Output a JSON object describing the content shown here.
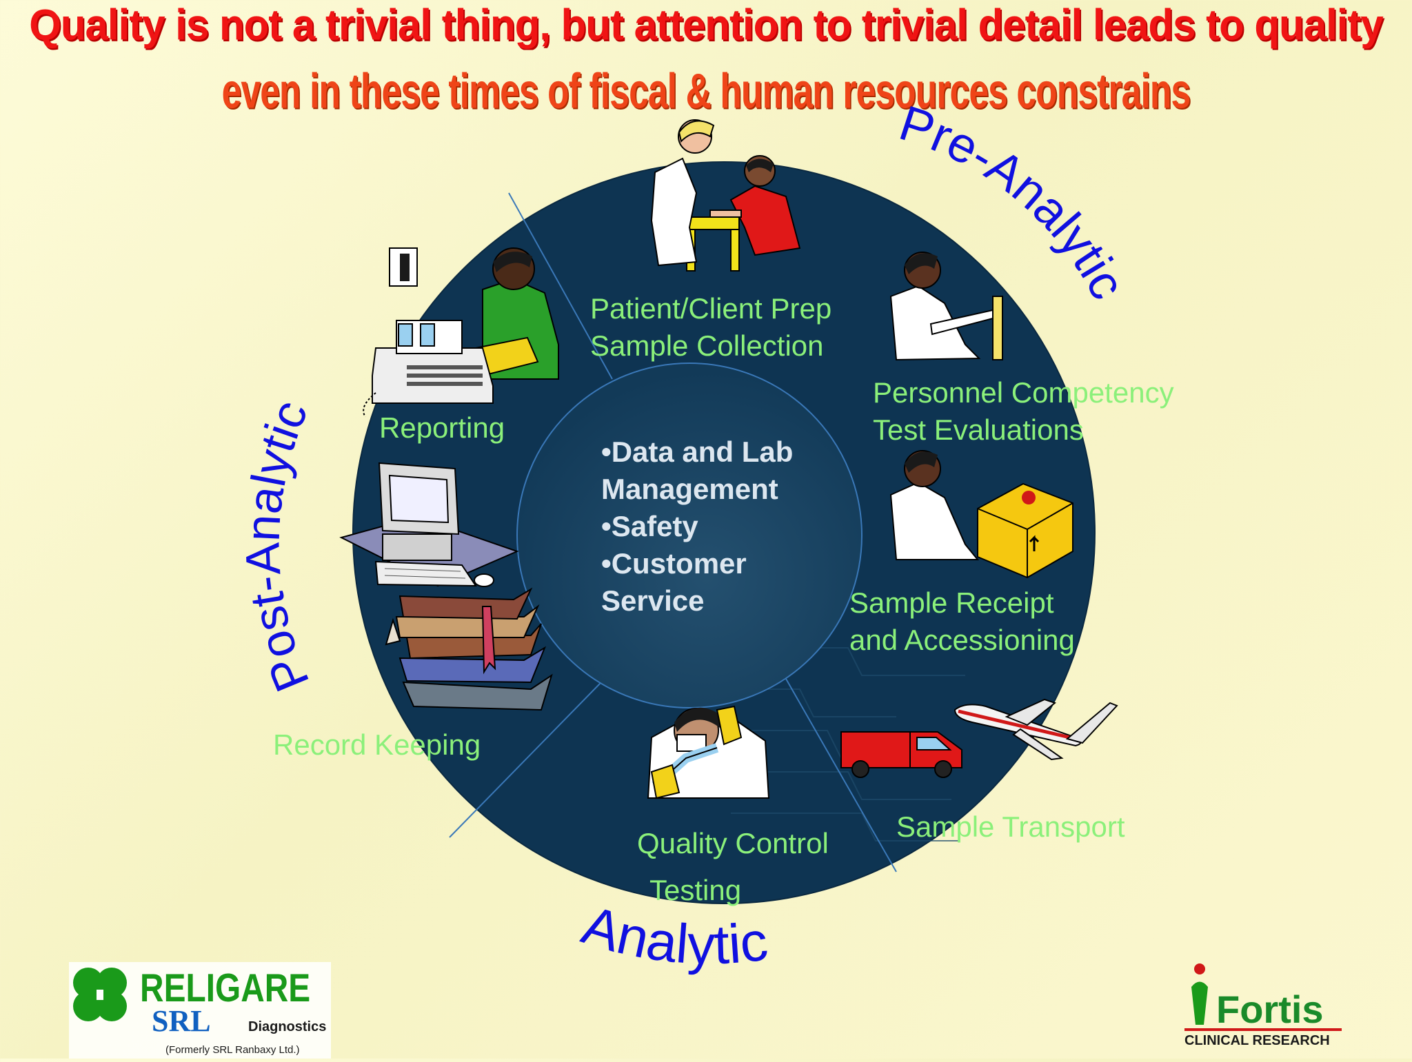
{
  "header": {
    "line1": "Quality is not a trivial thing, but attention to trivial detail leads to quality",
    "line2": "even in these times of fiscal & human resources constrains"
  },
  "colors": {
    "title_red": "#f01414",
    "subtitle_orange": "#ef4418",
    "circle_navy": "#0e3452",
    "label_green": "#8bf07a",
    "phase_blue": "#1010e0",
    "center_text": "#dde7f0"
  },
  "phases": {
    "pre": "Pre-Analytic",
    "post": "Post-Analytic",
    "analytic": "Analytic"
  },
  "segments": {
    "patient_prep": [
      "Patient/Client Prep",
      "Sample Collection"
    ],
    "personnel": [
      "Personnel Competency",
      "Test Evaluations"
    ],
    "receipt": [
      "Sample Receipt",
      "and Accessioning"
    ],
    "transport": "Sample Transport",
    "quality_control": [
      "Quality Control",
      "Testing"
    ],
    "record_keeping": "Record Keeping",
    "reporting": "Reporting"
  },
  "center": {
    "items": [
      "•Data and Lab",
      "Management",
      "•Safety",
      "•Customer",
      "Service"
    ]
  },
  "icons": {
    "patient_prep": "nurse-drawing-blood-icon",
    "personnel": "lab-technician-icon",
    "receipt": "technician-with-package-icon",
    "transport": "van-and-airplane-icon",
    "quality_control": "scientist-with-test-tube-icon",
    "record_keeping": "stack-of-books-icon",
    "computer": "computer-workstation-icon",
    "reporting": "fax-and-telephone-icon"
  },
  "logos": {
    "left_brand": "RELIGARE",
    "left_sub": "SRL",
    "left_diag": "Diagnostics",
    "left_note": "(Formerly SRL Ranbaxy Ltd.)",
    "right_brand": "Fortis",
    "right_sub": "CLINICAL RESEARCH"
  }
}
